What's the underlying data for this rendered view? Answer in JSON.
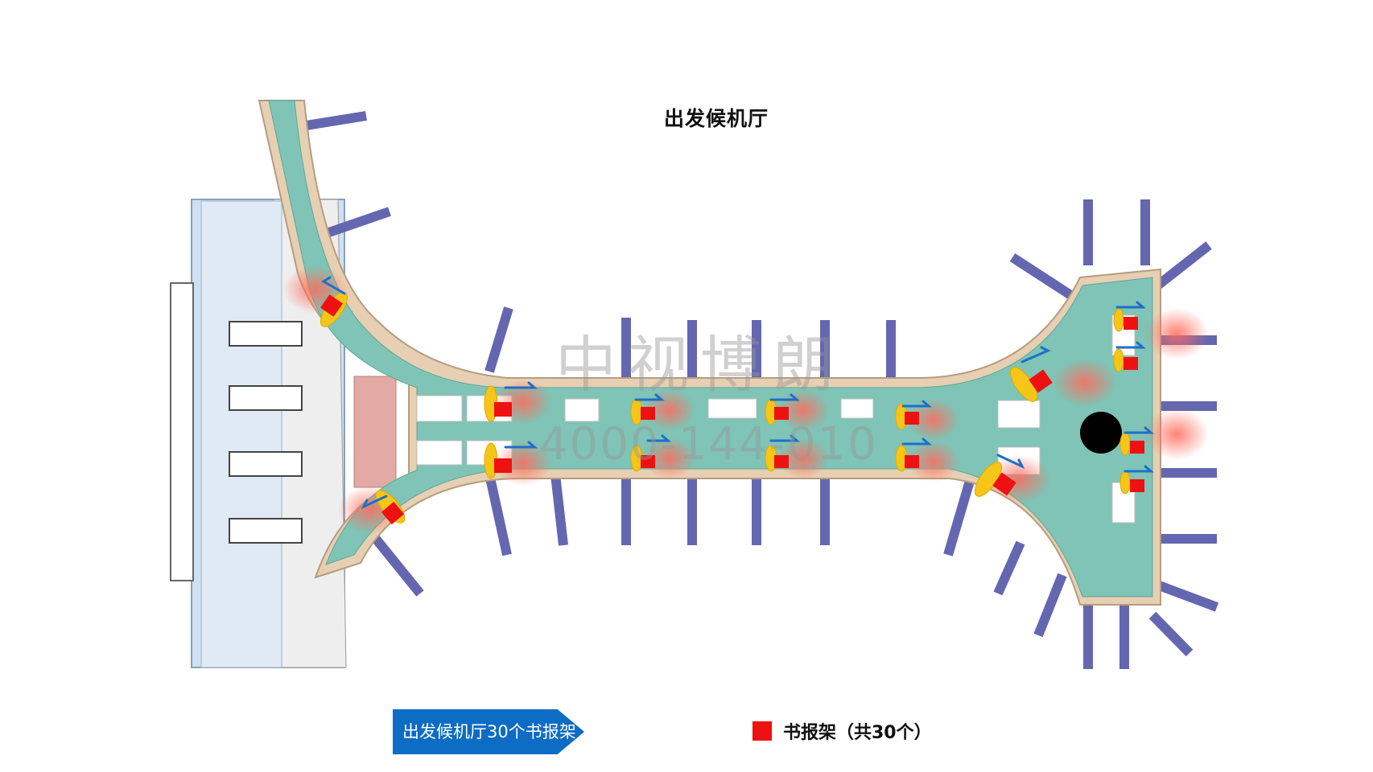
{
  "title": "出发候机厅",
  "watermark": {
    "company": "中视博朗",
    "phone": "4000-144-010"
  },
  "caption": "出发候机厅30个书报架",
  "legend": {
    "label": "书报架（共30个）",
    "color": "#ee1111"
  },
  "colors": {
    "concourse": "#7fc4b6",
    "walkway": "#e7cfb3",
    "gate_bridge": "#6467b0",
    "terminal": "#cfe0f1",
    "rack_zone": "#f5c518",
    "rack": "#ee1111",
    "flow_arrow": "#1d6fc9",
    "caption_bg": "#0d6cc3"
  },
  "icons": [
    "newspaper-rack-icon",
    "flow-arrow-icon",
    "jet-bridge",
    "watermark"
  ]
}
